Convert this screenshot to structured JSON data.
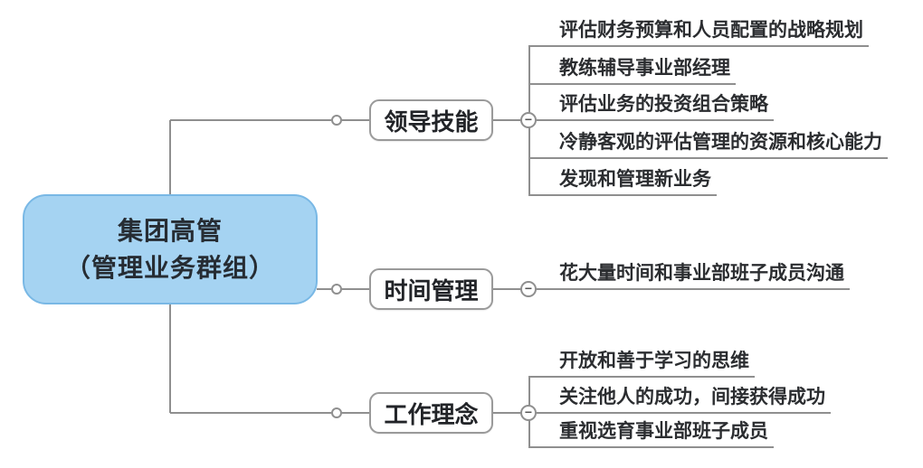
{
  "root": {
    "title_line1": "集团高管",
    "title_line2": "（管理业务群组）"
  },
  "branches": [
    {
      "label": "领导技能",
      "children": [
        "评估财务预算和人员配置的战略规划",
        "教练辅导事业部经理",
        "评估业务的投资组合策略",
        "冷静客观的评估管理的资源和核心能力",
        "发现和管理新业务"
      ]
    },
    {
      "label": "时间管理",
      "children": [
        "花大量时间和事业部班子成员沟通"
      ]
    },
    {
      "label": "工作理念",
      "children": [
        "开放和善于学习的思维",
        "关注他人的成功，间接获得成功",
        "重视选育事业部班子成员"
      ]
    }
  ],
  "ui": {
    "collapse_glyph": "−"
  },
  "colors": {
    "root_fill": "#a5d3f2",
    "root_border": "#79b8e5",
    "node_border": "#9a9a9a",
    "connector_line": "#8f8f8f",
    "text": "#262c33",
    "background": "#ffffff"
  }
}
